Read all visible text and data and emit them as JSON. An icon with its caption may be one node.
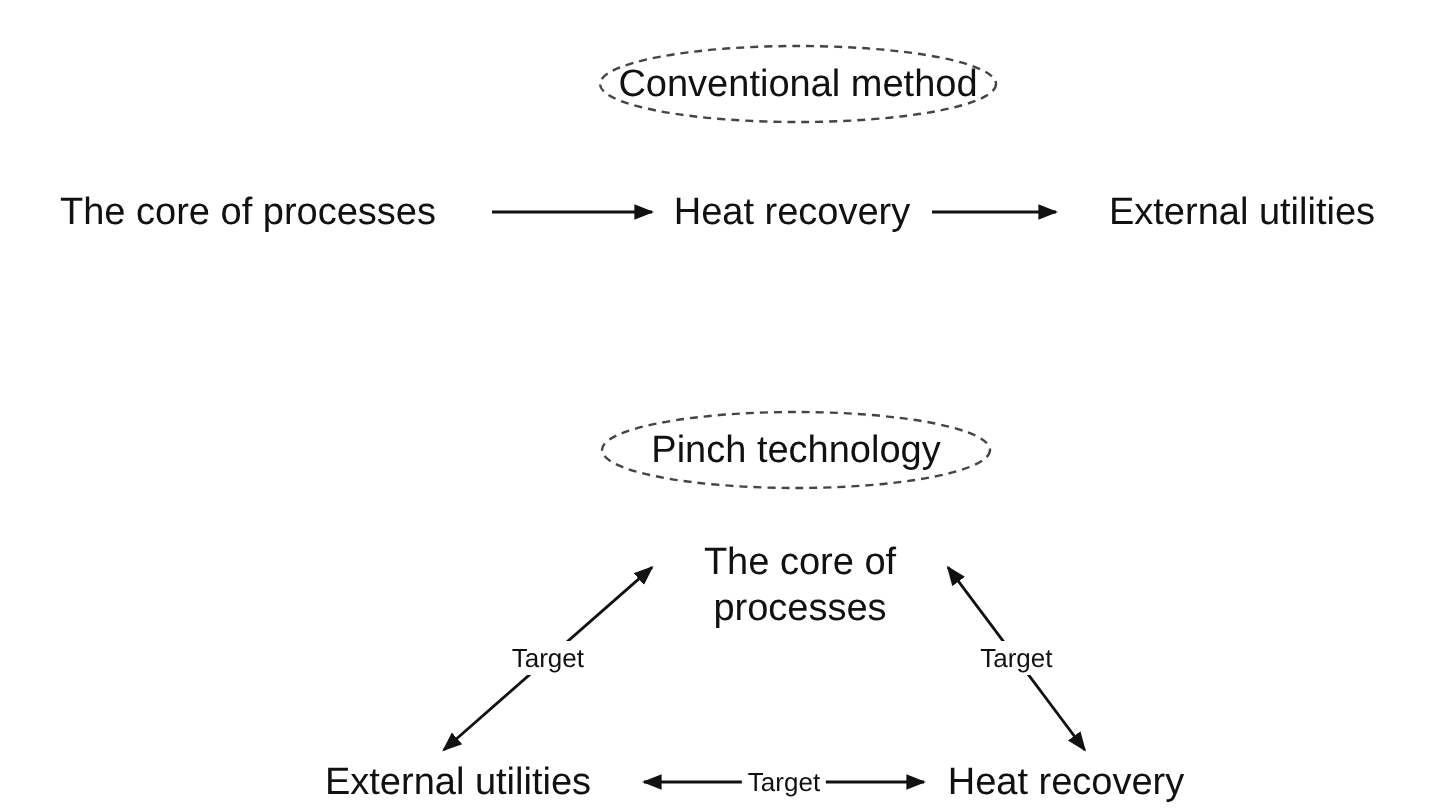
{
  "diagram": {
    "nodes": [
      {
        "text": [
          "Conventional method"
        ]
      },
      {
        "text": [
          "The core of processes"
        ]
      },
      {
        "text": [
          "Heat recovery"
        ]
      },
      {
        "text": [
          "External utilities"
        ]
      },
      {
        "text": [
          "Pinch technology"
        ]
      },
      {
        "text": [
          "The core of processes"
        ]
      },
      {
        "text": [
          "External utilities"
        ]
      },
      {
        "text": [
          "Heat recovery"
        ]
      }
    ],
    "edges": [
      {
        "from": 1,
        "to": 2,
        "arrow": "to"
      },
      {
        "from": 2,
        "to": 3,
        "arrow": "to"
      },
      {
        "from": 6,
        "to": 5,
        "arrow": "both",
        "label": "Target"
      },
      {
        "from": 5,
        "to": 7,
        "arrow": "both",
        "label": "Target"
      },
      {
        "from": 6,
        "to": 7,
        "arrow": "both",
        "label": "Target"
      }
    ]
  }
}
